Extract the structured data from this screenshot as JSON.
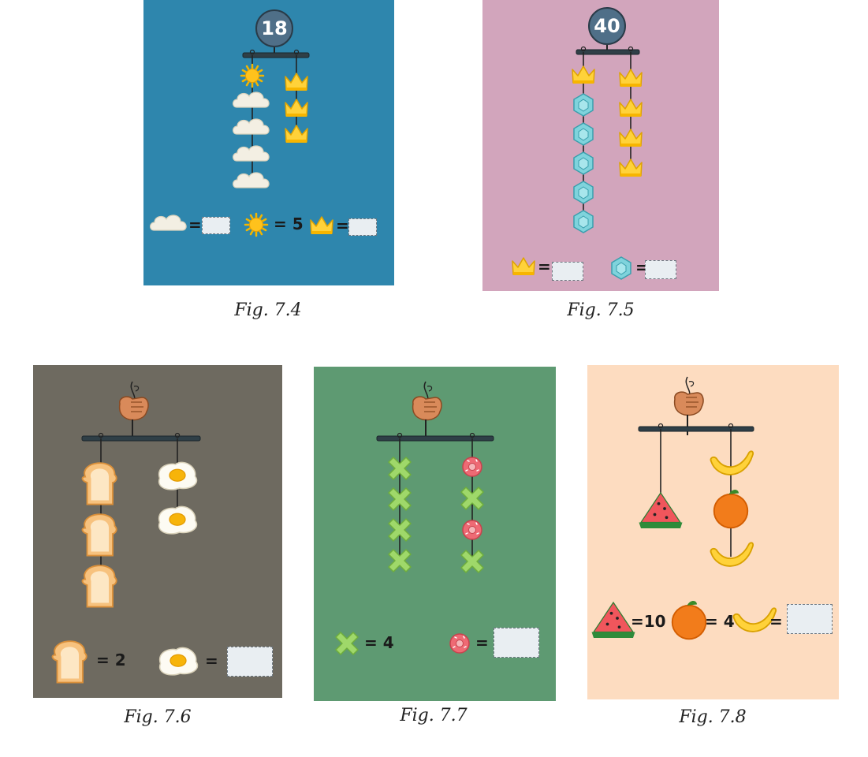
{
  "figures": [
    {
      "id": "fig-7-4",
      "caption": "Fig. 7.4",
      "background": "#2e86ad",
      "total": "18",
      "hanger": "badge",
      "left_strand": [
        "sun-icon",
        "cloud-icon",
        "cloud-icon",
        "cloud-icon",
        "cloud-icon"
      ],
      "right_strand": [
        "crown-icon",
        "crown-icon",
        "crown-icon"
      ],
      "equations": [
        {
          "icon": "cloud-icon",
          "text": "=",
          "answer_box": true
        },
        {
          "icon": "sun-icon",
          "text": "= 5",
          "answer_box": false
        },
        {
          "icon": "crown-icon",
          "text": "=",
          "answer_box": true
        }
      ]
    },
    {
      "id": "fig-7-5",
      "caption": "Fig. 7.5",
      "background": "#d2a5bc",
      "total": "40",
      "hanger": "badge",
      "left_strand": [
        "crown-icon",
        "gem-icon",
        "gem-icon",
        "gem-icon",
        "gem-icon",
        "gem-icon"
      ],
      "right_strand": [
        "crown-icon",
        "crown-icon",
        "crown-icon",
        "crown-icon"
      ],
      "equations": [
        {
          "icon": "crown-icon",
          "text": "=",
          "answer_box": true
        },
        {
          "icon": "gem-icon",
          "text": "=",
          "answer_box": true
        }
      ]
    },
    {
      "id": "fig-7-6",
      "caption": "Fig. 7.6",
      "background": "#6e6a60",
      "hanger": "hand",
      "left_strand": [
        "bread-icon",
        "bread-icon",
        "bread-icon"
      ],
      "right_strand": [
        "egg-icon",
        "egg-icon"
      ],
      "equations": [
        {
          "icon": "bread-icon",
          "text": "= 2",
          "answer_box": false
        },
        {
          "icon": "egg-icon",
          "text": "=",
          "answer_box": true
        }
      ]
    },
    {
      "id": "fig-7-7",
      "caption": "Fig. 7.7",
      "background": "#5e9a72",
      "hanger": "hand",
      "left_strand": [
        "cross-icon",
        "cross-icon",
        "cross-icon",
        "cross-icon"
      ],
      "right_strand": [
        "donut-icon",
        "cross-icon",
        "donut-icon",
        "cross-icon"
      ],
      "equations": [
        {
          "icon": "cross-icon",
          "text": "= 4",
          "answer_box": false
        },
        {
          "icon": "donut-icon",
          "text": "=",
          "answer_box": true
        }
      ]
    },
    {
      "id": "fig-7-8",
      "caption": "Fig. 7.8",
      "background": "#fddcc0",
      "hanger": "hand",
      "left_strand": [
        "watermelon-icon"
      ],
      "right_strand": [
        "banana-icon",
        "orange-icon",
        "banana-icon"
      ],
      "equations": [
        {
          "icon": "watermelon-icon",
          "text": "=10",
          "answer_box": false
        },
        {
          "icon": "orange-icon",
          "text": "= 4",
          "answer_box": false
        },
        {
          "icon": "banana-icon",
          "text": "=",
          "answer_box": true
        }
      ]
    }
  ]
}
